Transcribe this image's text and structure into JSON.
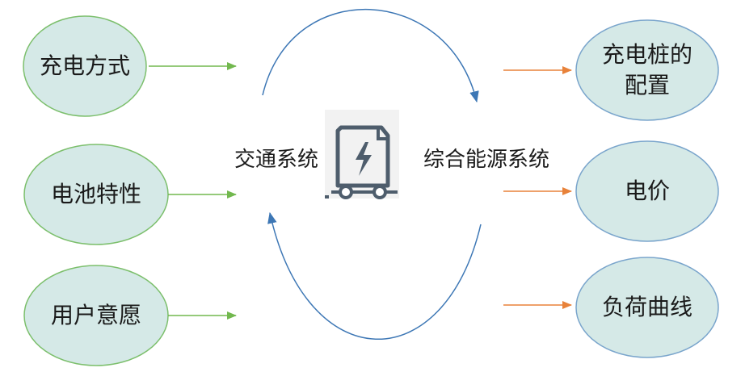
{
  "colors": {
    "left_fill": "#d5e9e7",
    "left_stroke": "#7cbf6c",
    "right_fill": "#d5e9e7",
    "right_stroke": "#7aa5cc",
    "green_arrow": "#72b84e",
    "orange_arrow": "#e8823a",
    "blue_arc": "#3d77b5",
    "icon_color": "#4e5d6c"
  },
  "left_nodes": [
    {
      "label": "充电方式"
    },
    {
      "label": "电池特性"
    },
    {
      "label": "用户意愿"
    }
  ],
  "right_nodes": [
    {
      "label": "充电桩的\n配置"
    },
    {
      "label": "电价"
    },
    {
      "label": "负荷曲线"
    }
  ],
  "center": {
    "left_label": "交通系统",
    "right_label": "综合能源系统",
    "icon": "charging-station-icon"
  }
}
